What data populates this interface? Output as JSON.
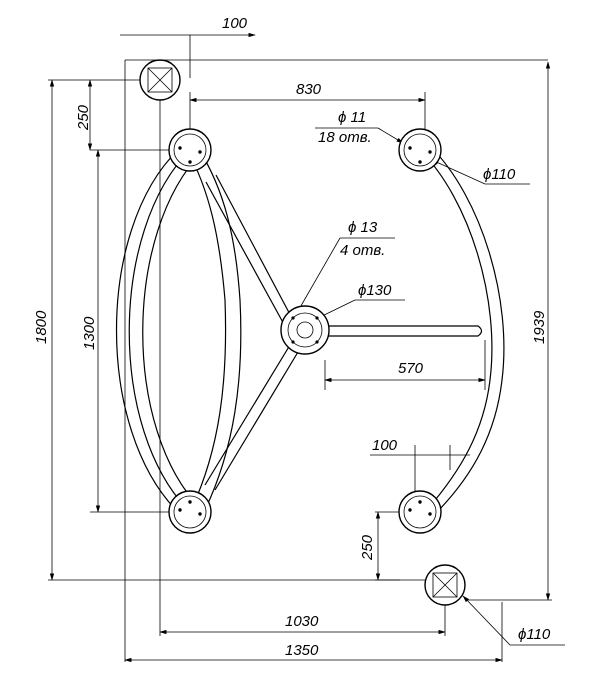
{
  "drawing": {
    "dimensions": {
      "d100_top": "100",
      "d250_top": "250",
      "d830": "830",
      "d1800": "1800",
      "d1300": "1300",
      "d1939": "1939",
      "d570": "570",
      "d100_bottom": "100",
      "d250_bottom": "250",
      "d1030": "1030",
      "d1350": "1350"
    },
    "callouts": {
      "hole_11": "ϕ 11",
      "hole_11_count": "18 отв.",
      "hole_13": "ϕ 13",
      "hole_13_count": "4 отв.",
      "dia_130": "ϕ130",
      "dia_110_top": "ϕ110",
      "dia_110_bottom": "ϕ110"
    }
  }
}
